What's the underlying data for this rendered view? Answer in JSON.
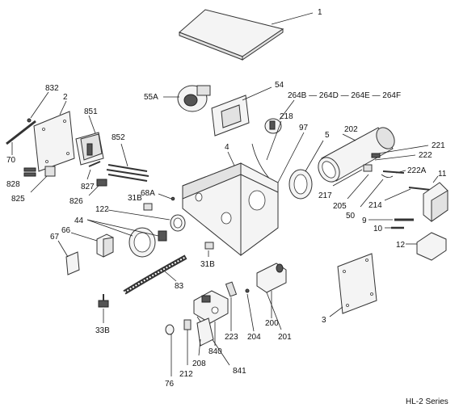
{
  "series_label": "HL-2 Series",
  "labels": {
    "p1": "1",
    "p2": "2",
    "p832": "832",
    "p70": "70",
    "p828": "828",
    "p825": "825",
    "p851": "851",
    "p852": "852",
    "p827": "827",
    "p826": "826",
    "p55a": "55A",
    "p54": "54",
    "p264": "264B — 264D — 264E — 264F",
    "p218": "218",
    "p97": "97",
    "p202": "202",
    "p5": "5",
    "p4": "4",
    "p221": "221",
    "p222": "222",
    "p222a": "222A",
    "p11": "11",
    "p217": "217",
    "p205": "205",
    "p50": "50",
    "p214": "214",
    "p9": "9",
    "p10": "10",
    "p12": "12",
    "p68a": "68A",
    "p31b": "31B",
    "p31b_2": "31B",
    "p122": "122",
    "p44": "44",
    "p66": "66",
    "p67": "67",
    "p83": "83",
    "p33b": "33B",
    "p200": "200",
    "p204": "204",
    "p201": "201",
    "p223": "223",
    "p840": "840",
    "p841": "841",
    "p208": "208",
    "p212": "212",
    "p76": "76",
    "p3": "3"
  }
}
